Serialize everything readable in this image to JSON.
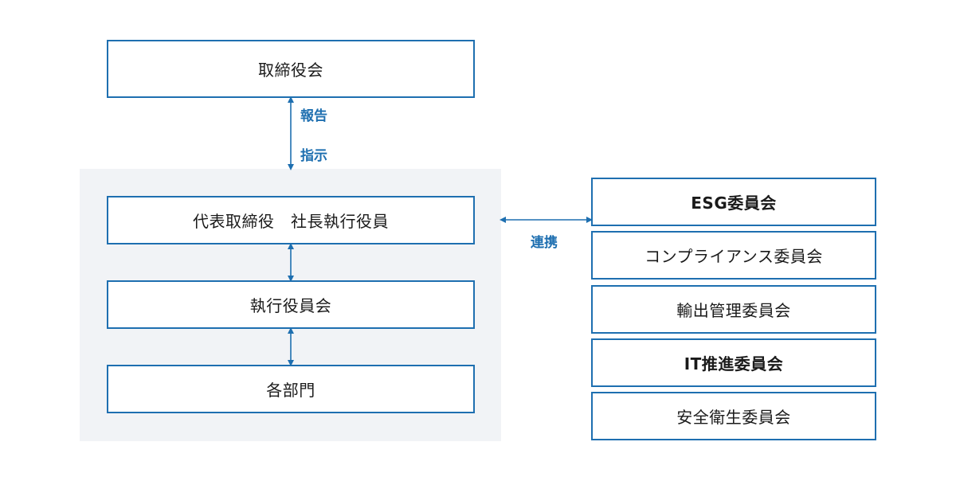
{
  "board": "取締役会",
  "report_label": "報告",
  "instruct_label": "指示",
  "ceo": "代表取締役　社長執行役員",
  "executive_committee": "執行役員会",
  "departments": "各部門",
  "collaboration_label": "連携",
  "committees": [
    "ESG委員会",
    "コンプライアンス委員会",
    "輸出管理委員会",
    "IT推進委員会",
    "安全衛生委員会"
  ],
  "colors": {
    "accent": "#1e6fb0",
    "panel": "#f1f3f6"
  }
}
